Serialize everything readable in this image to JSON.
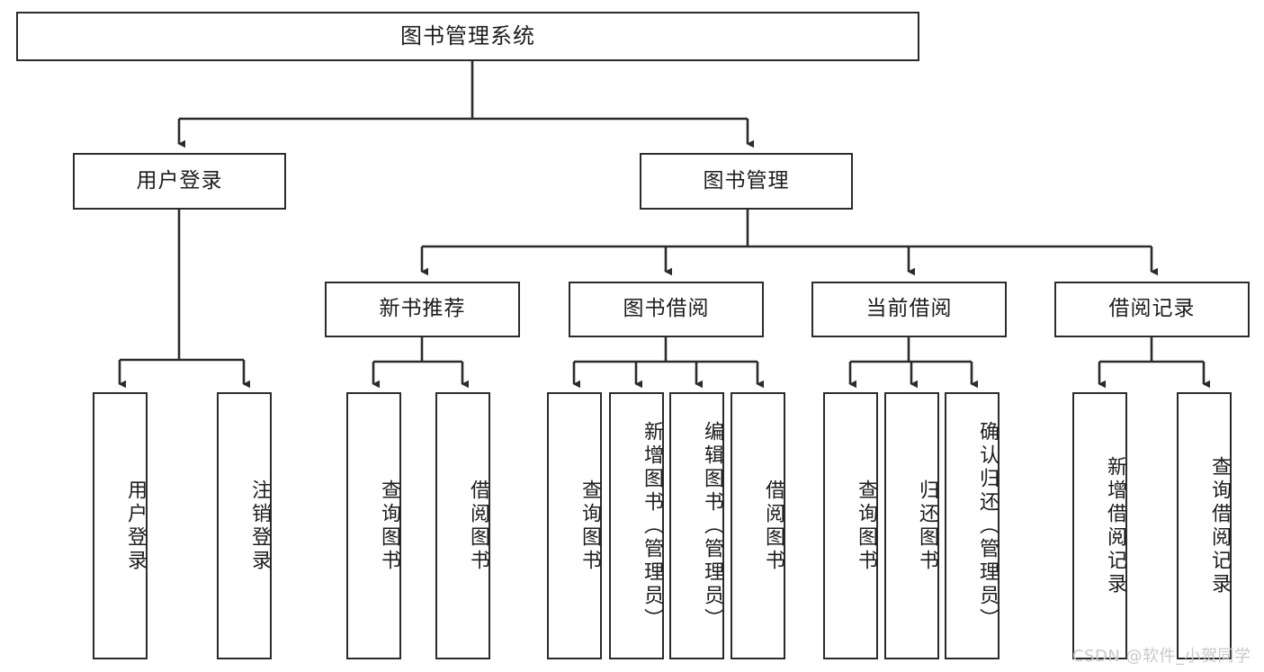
{
  "diagram": {
    "title": "图书管理系统",
    "type": "hierarchy-tree",
    "colors": {
      "box_border": "#2b2b2b",
      "box_fill": "#ffffff",
      "connector": "#2b2b2b",
      "background": "#ffffff",
      "watermark": "#c9c9c9"
    },
    "levels": {
      "root": {
        "label": "图书管理系统"
      },
      "level2": [
        {
          "id": "user-login",
          "label": "用户登录"
        },
        {
          "id": "book-manage",
          "label": "图书管理"
        }
      ],
      "level3": [
        {
          "id": "new-book-recommend",
          "label": "新书推荐"
        },
        {
          "id": "book-borrow",
          "label": "图书借阅"
        },
        {
          "id": "current-borrow",
          "label": "当前借阅"
        },
        {
          "id": "borrow-record",
          "label": "借阅记录"
        }
      ],
      "leaves": {
        "user-login": [
          {
            "id": "leaf-user-login",
            "label": "用户登录"
          },
          {
            "id": "leaf-user-logout",
            "label": "注销登录"
          }
        ],
        "new-book-recommend": [
          {
            "id": "leaf-query-book-1",
            "label": "查询图书"
          },
          {
            "id": "leaf-borrow-book-1",
            "label": "借阅图书"
          }
        ],
        "book-borrow": [
          {
            "id": "leaf-query-book-2",
            "label": "查询图书"
          },
          {
            "id": "leaf-add-book",
            "label": "新增图书（管理员）"
          },
          {
            "id": "leaf-edit-book",
            "label": "编辑图书（管理员）"
          },
          {
            "id": "leaf-borrow-book-2",
            "label": "借阅图书"
          }
        ],
        "current-borrow": [
          {
            "id": "leaf-query-book-3",
            "label": "查询图书"
          },
          {
            "id": "leaf-return-book",
            "label": "归还图书"
          },
          {
            "id": "leaf-confirm-return",
            "label": "确认归还（管理员）"
          }
        ],
        "borrow-record": [
          {
            "id": "leaf-add-record",
            "label": "新增借阅记录"
          },
          {
            "id": "leaf-query-record",
            "label": "查询借阅记录"
          }
        ]
      }
    },
    "watermark": "CSDN @软件_小贺同学"
  }
}
